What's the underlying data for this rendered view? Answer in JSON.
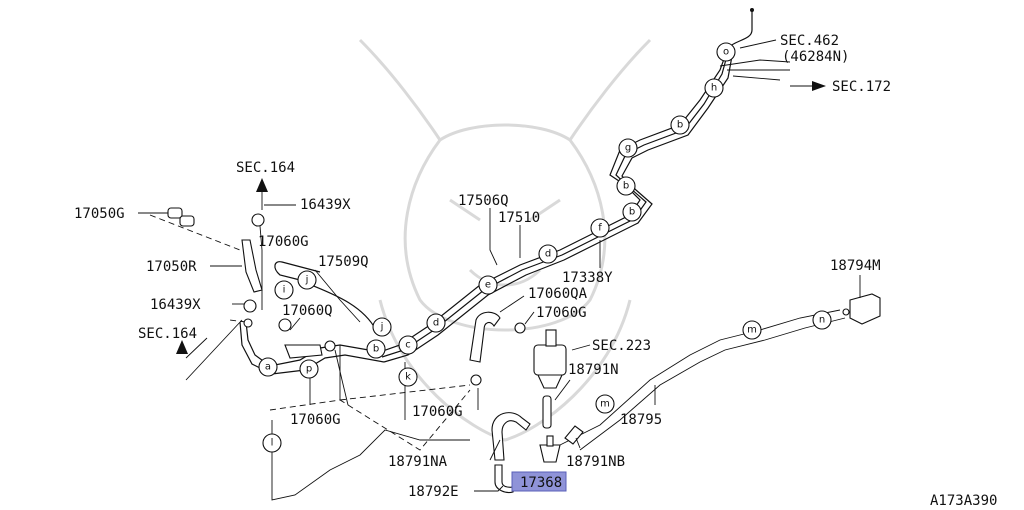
{
  "diagram": {
    "part_labels": {
      "p17050G": "17050G",
      "p16439X_top": "16439X",
      "p17060G_top": "17060G",
      "p17050R": "17050R",
      "p17509Q": "17509Q",
      "p16439X_mid": "16439X",
      "p17060Q": "17060Q",
      "p17506Q": "17506Q",
      "p17510": "17510",
      "p17338Y": "17338Y",
      "p17060QA": "17060QA",
      "p17060G_right": "17060G",
      "p17060G_lower": "17060G",
      "p17060G_bottom": "17060G",
      "p18791N": "18791N",
      "p18791NA": "18791NA",
      "p18791NB": "18791NB",
      "p18795": "18795",
      "p18794M": "18794M",
      "p18792E": "18792E",
      "p17368": "17368"
    },
    "section_refs": {
      "sec164_top": "SEC.164",
      "sec164_left": "SEC.164",
      "sec223": "SEC.223",
      "sec462": "SEC.462",
      "sec462_sub": "(46284N)",
      "sec172": "SEC.172"
    },
    "circle_letters": {
      "o": "o",
      "h": "h",
      "b1": "b",
      "g": "g",
      "b2": "b",
      "b3": "b",
      "f": "f",
      "d1": "d",
      "e": "e",
      "d2": "d",
      "c": "c",
      "b4": "b",
      "j1": "j",
      "j2": "j",
      "i": "i",
      "a": "a",
      "p": "p",
      "k": "k",
      "l": "l",
      "m1": "m",
      "m2": "m",
      "n": "n"
    },
    "highlight_color": "#8f93d8",
    "diagram_code": "A173A390"
  }
}
